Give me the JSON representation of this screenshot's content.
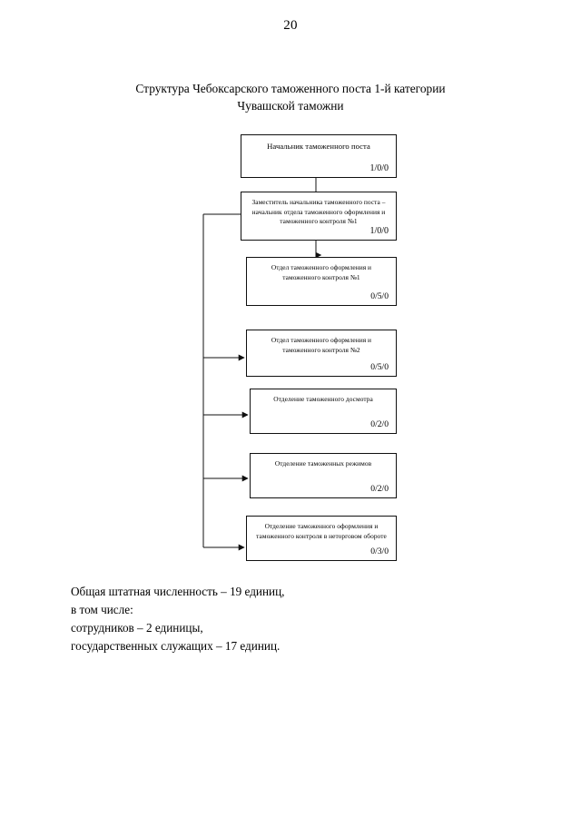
{
  "page": {
    "number": "20"
  },
  "title": {
    "line1": "Структура Чебоксарского таможенного поста  1-й категории",
    "line2": "Чувашской таможни"
  },
  "chart_data": {
    "type": "diagram",
    "diagram_kind": "organizational-hierarchy",
    "title": "Структура Чебоксарского таможенного поста  1-й категории Чувашской таможни",
    "count_format": "сотрудники/государственные служащие/иные",
    "nodes": [
      {
        "id": "head",
        "label": "Начальник таможенного поста",
        "count": "1/0/0",
        "level": 0
      },
      {
        "id": "deputy",
        "label": "Заместитель начальника таможенного поста – начальник отдела таможенного оформления и таможенного контроля №1",
        "count": "1/0/0",
        "level": 1
      },
      {
        "id": "dept-1",
        "label": "Отдел таможенного оформления и таможенного контроля №1",
        "count": "0/5/0",
        "level": 2
      },
      {
        "id": "dept-2",
        "label": "Отдел таможенного оформления и таможенного контроля №2",
        "count": "0/5/0",
        "level": 2
      },
      {
        "id": "div-inspection",
        "label": "Отделение таможенного досмотра",
        "count": "0/2/0",
        "level": 2
      },
      {
        "id": "div-regimes",
        "label": "Отделение таможенных режимов",
        "count": "0/2/0",
        "level": 2
      },
      {
        "id": "div-nontrade",
        "label": "Отделение таможенного оформления и таможенного контроля  в неторговом обороте",
        "count": "0/3/0",
        "level": 2
      }
    ],
    "edges": [
      {
        "from": "head",
        "to": "deputy",
        "style": "plain-line",
        "direction": "down"
      },
      {
        "from": "deputy",
        "to": "dept-1",
        "style": "arrow",
        "direction": "down"
      },
      {
        "from": "deputy",
        "to": "dept-2",
        "style": "arrow",
        "direction": "right"
      },
      {
        "from": "deputy",
        "to": "div-inspection",
        "style": "arrow",
        "direction": "right"
      },
      {
        "from": "deputy",
        "to": "div-regimes",
        "style": "arrow",
        "direction": "right"
      },
      {
        "from": "deputy",
        "to": "div-nontrade",
        "style": "arrow",
        "direction": "right"
      }
    ]
  },
  "footnote": {
    "line1": "Общая штатная численность – 19 единиц,",
    "line2": "в том числе:",
    "line3": "сотрудников – 2 единицы,",
    "line4": "государственных служащих – 17 единиц."
  }
}
